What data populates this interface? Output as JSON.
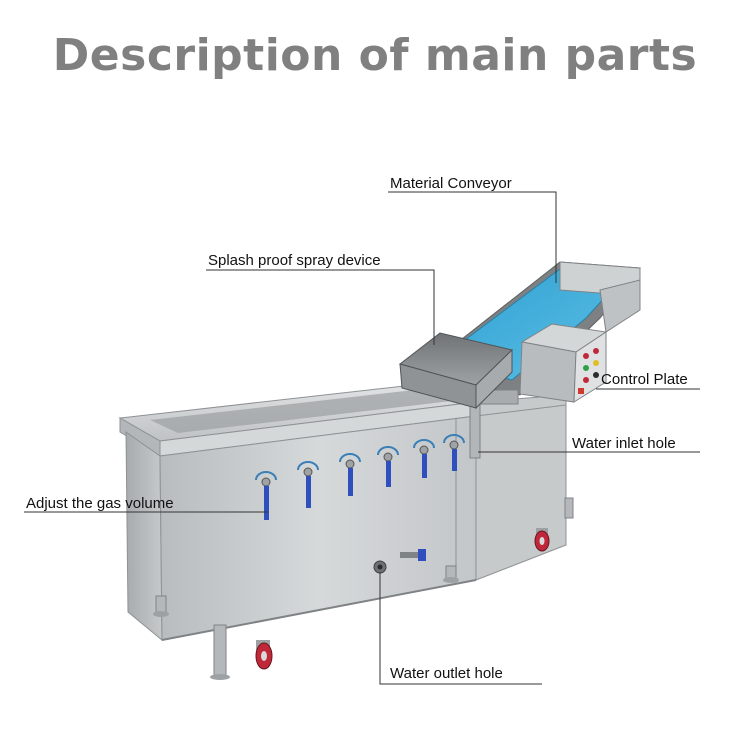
{
  "title": "Description of main parts",
  "labels": {
    "material_conveyor": "Material Conveyor",
    "splash_proof_spray_device": "Splash proof spray device",
    "control_plate": "Control Plate",
    "water_inlet_hole": "Water inlet hole",
    "adjust_gas_volume": "Adjust the gas volume",
    "water_outlet_hole": "Water outlet hole"
  },
  "colors": {
    "title": "#808080",
    "steel": "#c9cccd",
    "conveyor_belt": "#3aa8d4",
    "valve_handle": "#2f4fbf",
    "wheel": "#c0283a"
  }
}
